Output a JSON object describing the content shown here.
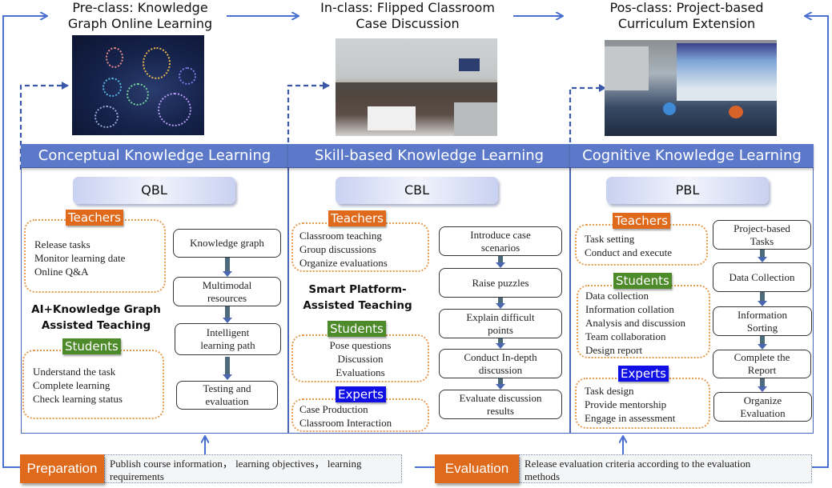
{
  "stages": [
    {
      "title": "Pre-class:  Knowledge Graph Online Learning",
      "line1": "Pre-class:  Knowledge",
      "line2": "Graph Online Learning",
      "image": "knowledge-graph-visualization"
    },
    {
      "title": "In-class: Flipped Classroom Case Discussion",
      "line1": "In-class: Flipped Classroom",
      "line2": "Case Discussion",
      "image": "classroom-group-discussion-photo"
    },
    {
      "title": "Pos-class: Project-based Curriculum Extension",
      "line1": "Pos-class: Project-based",
      "line2": "Curriculum Extension",
      "image": "control-room-training-photo"
    }
  ],
  "columns": [
    {
      "header": "Conceptual Knowledge Learning",
      "method": "QBL",
      "teachers": {
        "label": "Teachers",
        "items": [
          "Release tasks",
          "Monitor learning date",
          "Online Q&A"
        ]
      },
      "assist": {
        "line1": "AI+Knowledge Graph",
        "line2": "Assisted Teaching"
      },
      "students": {
        "label": "Students",
        "items": [
          "Understand the task",
          "Complete learning",
          "Check learning status"
        ]
      },
      "flow": [
        {
          "line1": "Knowledge graph",
          "line2": ""
        },
        {
          "line1": "Multimodal",
          "line2": "resources"
        },
        {
          "line1": "Intelligent",
          "line2": "learning path"
        },
        {
          "line1": "Testing and",
          "line2": "evaluation"
        }
      ]
    },
    {
      "header": "Skill-based Knowledge Learning",
      "method": "CBL",
      "teachers": {
        "label": "Teachers",
        "items": [
          "Classroom teaching",
          "Group discussions",
          "Organize evaluations"
        ]
      },
      "assist": {
        "line1": "Smart Platform-",
        "line2": "Assisted Teaching"
      },
      "students": {
        "label": "Students",
        "items": [
          "Pose questions",
          "Discussion",
          "Evaluations"
        ]
      },
      "experts": {
        "label": "Experts",
        "items": [
          "Case Production",
          "Classroom Interaction"
        ]
      },
      "flow": [
        {
          "line1": "Introduce case",
          "line2": "scenarios"
        },
        {
          "line1": "Raise puzzles",
          "line2": ""
        },
        {
          "line1": "Explain difficult",
          "line2": "points"
        },
        {
          "line1": "Conduct In-depth",
          "line2": "discussion"
        },
        {
          "line1": "Evaluate discussion",
          "line2": "results"
        }
      ]
    },
    {
      "header": "Cognitive Knowledge Learning",
      "method": "PBL",
      "teachers": {
        "label": "Teachers",
        "items": [
          "Task setting",
          "Conduct and execute"
        ]
      },
      "students": {
        "label": "Students",
        "items": [
          "Data collection",
          "Information collation",
          "Analysis and discussion",
          "Team collaboration",
          "Design report"
        ]
      },
      "experts": {
        "label": "Experts",
        "items": [
          "Task design",
          "Provide mentorship",
          "Engage in assessment"
        ]
      },
      "flow": [
        {
          "line1": "Project-based",
          "line2": "Tasks"
        },
        {
          "line1": "Data Collection",
          "line2": ""
        },
        {
          "line1": "Information",
          "line2": "Sorting"
        },
        {
          "line1": "Complete the",
          "line2": "Report"
        },
        {
          "line1": "Organize",
          "line2": "Evaluation"
        }
      ]
    }
  ],
  "footer": {
    "preparation": {
      "label": "Preparation",
      "line1": "Publish course information， learning objectives， learning",
      "line2": "requirements"
    },
    "evaluation": {
      "label": "Evaluation",
      "line1": "Release evaluation criteria according to the evaluation",
      "line2": "methods"
    }
  },
  "colors": {
    "header_blue": "#5c79c9",
    "connector_blue": "#4a6fd0",
    "teachers_orange": "#e06a1c",
    "students_green": "#4d8a2a",
    "experts_blue": "#1010e6"
  }
}
